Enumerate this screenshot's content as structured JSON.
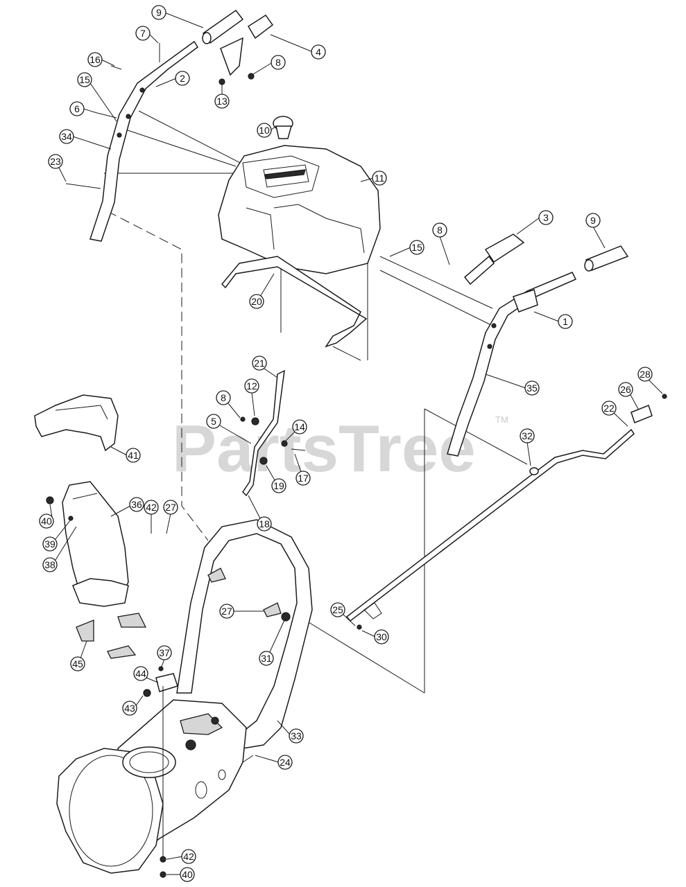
{
  "watermark": {
    "text": "PartsTree",
    "mark": "TM"
  },
  "callouts": [
    {
      "label": "9"
    },
    {
      "label": "7"
    },
    {
      "label": "16"
    },
    {
      "label": "2"
    },
    {
      "label": "4"
    },
    {
      "label": "8"
    },
    {
      "label": "13"
    },
    {
      "label": "15"
    },
    {
      "label": "6"
    },
    {
      "label": "34"
    },
    {
      "label": "10"
    },
    {
      "label": "23"
    },
    {
      "label": "11"
    },
    {
      "label": "3"
    },
    {
      "label": "9"
    },
    {
      "label": "8"
    },
    {
      "label": "15"
    },
    {
      "label": "1"
    },
    {
      "label": "20"
    },
    {
      "label": "21"
    },
    {
      "label": "35"
    },
    {
      "label": "28"
    },
    {
      "label": "26"
    },
    {
      "label": "12"
    },
    {
      "label": "8"
    },
    {
      "label": "22"
    },
    {
      "label": "5"
    },
    {
      "label": "14"
    },
    {
      "label": "32"
    },
    {
      "label": "41"
    },
    {
      "label": "19"
    },
    {
      "label": "17"
    },
    {
      "label": "36"
    },
    {
      "label": "18"
    },
    {
      "label": "40"
    },
    {
      "label": "42"
    },
    {
      "label": "27"
    },
    {
      "label": "39"
    },
    {
      "label": "38"
    },
    {
      "label": "27"
    },
    {
      "label": "25"
    },
    {
      "label": "30"
    },
    {
      "label": "31"
    },
    {
      "label": "45"
    },
    {
      "label": "37"
    },
    {
      "label": "44"
    },
    {
      "label": "43"
    },
    {
      "label": "33"
    },
    {
      "label": "24"
    },
    {
      "label": "42"
    },
    {
      "label": "40"
    }
  ]
}
